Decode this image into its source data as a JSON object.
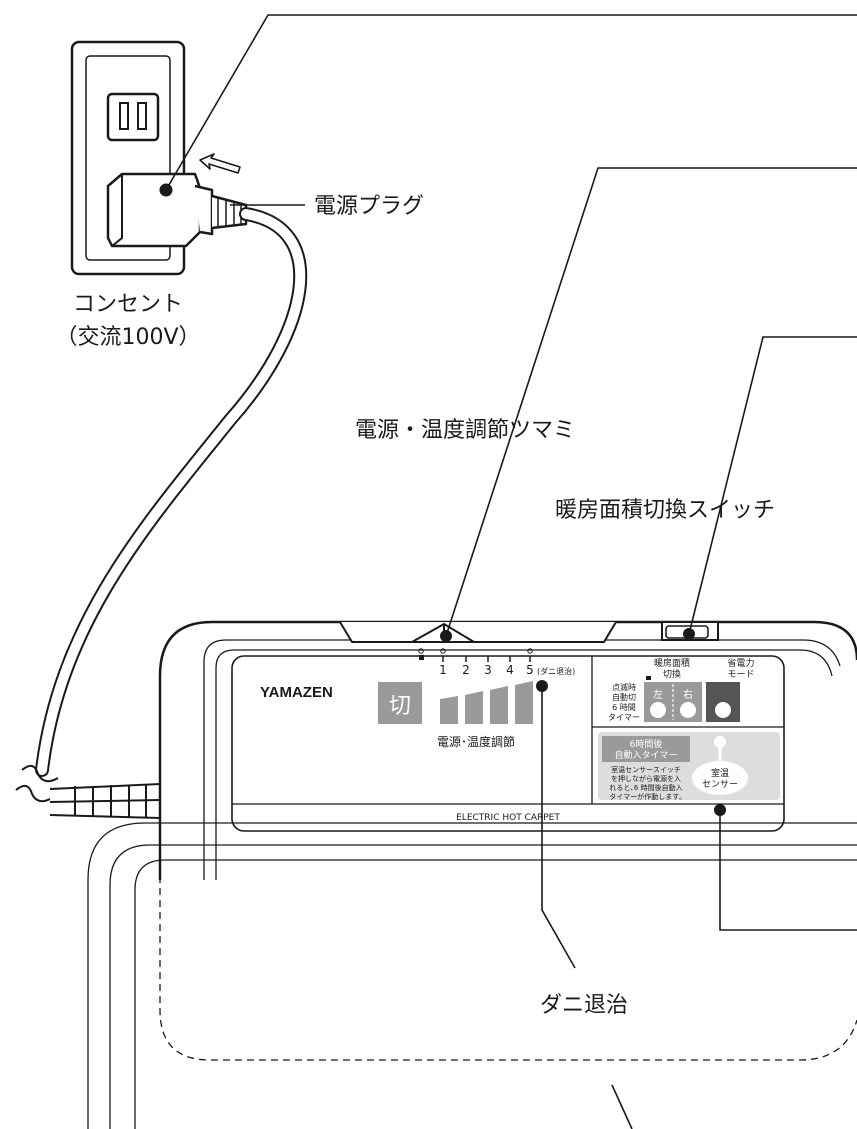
{
  "labels": {
    "plug": "電源プラグ",
    "outlet_line1": "コンセント",
    "outlet_line2": "（交流100V）",
    "knob": "電源・温度調節ツマミ",
    "area_switch": "暖房面積切換スイッチ",
    "mite": "ダニ退治"
  },
  "panel": {
    "brand": "YAMAZEN",
    "off_label": "切",
    "dial_scale": [
      "1",
      "2",
      "3",
      "4"
    ],
    "dial_max": "5",
    "dial_max_note": "(ダニ退治)",
    "dial_caption": "電源･温度調節",
    "area_title_1": "暖房面積",
    "area_title_2": "切換",
    "save_title_1": "省電力",
    "save_title_2": "モード",
    "blink_note": [
      "点滅時",
      "自動切",
      "6 時間",
      "タイマー"
    ],
    "left_label": "左",
    "right_label": "右",
    "timer_title_1": "6時間後",
    "timer_title_2": "自動入タイマー",
    "timer_desc": [
      "室温センサースイッチ",
      "を押しながら電源を入",
      "れると､6 時間後自動入",
      "タイマーが作動します｡"
    ],
    "sensor_1": "室温",
    "sensor_2": "センサー",
    "product_name": "ELECTRIC HOT CARPET"
  }
}
